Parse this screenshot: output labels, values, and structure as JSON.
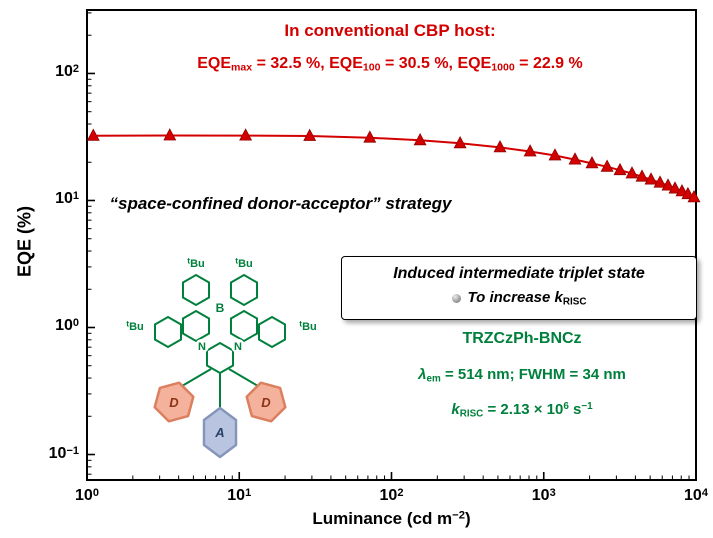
{
  "colors": {
    "accent_red": "#d40000",
    "marker_edge": "#8f0000",
    "accent_green": "#00803c",
    "donor_fill": "#f4b29c",
    "donor_stroke": "#dc7f5e",
    "donor_label": "#8a3318",
    "acceptor_fill": "#b9c5e0",
    "acceptor_stroke": "#8696bb",
    "acceptor_label": "#2a3f66"
  },
  "header": {
    "title": "In conventional CBP host:",
    "seg_a": "EQE",
    "sub_a": "max",
    "mid_a": " = 32.5 %, ",
    "seg_b": "EQE",
    "sub_b": "100",
    "mid_b": " = 30.5 %, ",
    "seg_c": "EQE",
    "sub_c": "1000",
    "mid_c": " = 22.9 %"
  },
  "strategy": "“space-confined donor-acceptor” strategy",
  "box": {
    "line1": "Induced intermediate triplet state",
    "line2_text": "To increase ",
    "k": "k",
    "k_sub": "RISC"
  },
  "emitter": {
    "name": "TRZCzPh-BNCz",
    "lambda_sym": "λ",
    "lambda_sub": "em",
    "lambda_rest": " = 514 nm; FWHM = 34 nm",
    "k_sym": "k",
    "k_sub": "RISC",
    "k_mid": " = 2.13 × 10",
    "k_exp": "6",
    "k_unit": " s",
    "k_unit_exp": "−1"
  },
  "molecule": {
    "tbu_sup": "t",
    "tbu": "Bu",
    "boron": "B",
    "nitrogen": "N",
    "donor": "D",
    "acceptor": "A"
  },
  "axes": {
    "y_label": "EQE (%)",
    "x_label_pre": "Luminance (cd m",
    "x_label_exp": "−2",
    "x_label_post": ")"
  },
  "chart_data": {
    "type": "line",
    "title": "",
    "xlabel": "Luminance (cd m^-2)",
    "ylabel": "EQE (%)",
    "x_scale": "log",
    "y_scale": "log",
    "xlim": [
      1,
      10000
    ],
    "ylim": [
      0.063,
      316
    ],
    "x_ticks": [
      1,
      10,
      100,
      1000,
      10000
    ],
    "y_ticks": [
      0.1,
      1,
      10,
      100
    ],
    "grid": false,
    "legend": "none",
    "series": [
      {
        "name": "TRZCzPh-BNCz in CBP host",
        "marker": "triangle-up",
        "color": "#d40000",
        "x": [
          1.1,
          3.5,
          11,
          29,
          72,
          154,
          282,
          516,
          813,
          1186,
          1604,
          2075,
          2605,
          3170,
          3800,
          4420,
          5060,
          5800,
          6550,
          7280,
          8090,
          8850,
          9700
        ],
        "y": [
          32.3,
          32.5,
          32.4,
          32.2,
          31.2,
          29.8,
          28.2,
          26.2,
          24.3,
          22.6,
          21.0,
          19.6,
          18.4,
          17.3,
          16.3,
          15.4,
          14.6,
          13.8,
          13.1,
          12.4,
          11.8,
          11.2,
          10.6
        ]
      }
    ],
    "key_values": {
      "EQE_max_pct": 32.5,
      "EQE_100_pct": 30.5,
      "EQE_1000_pct": 22.9
    }
  }
}
